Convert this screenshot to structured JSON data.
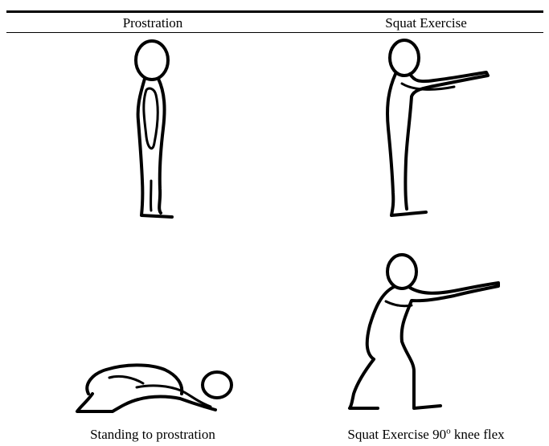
{
  "table": {
    "headers": [
      "Prostration",
      "Squat Exercise"
    ],
    "captions": {
      "left": "Standing to prostration",
      "right_main": "Squat Exercise 90",
      "right_sup": "o",
      "right_tail": " knee flex"
    }
  },
  "figures": {
    "left_top": "standing-figure",
    "right_top": "squat-standing-arms-forward-figure",
    "left_bottom": "prostration-figure",
    "right_bottom": "squat-90-degree-figure"
  }
}
